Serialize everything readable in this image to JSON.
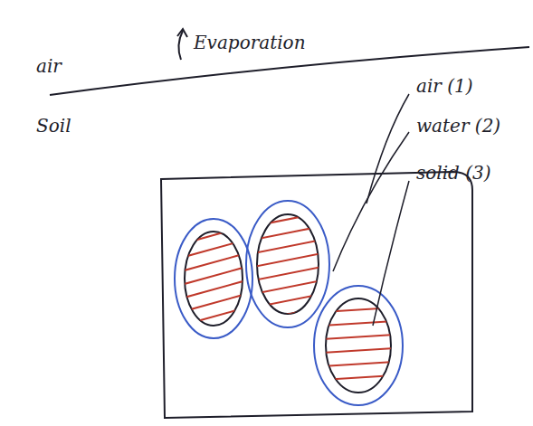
{
  "diagram": {
    "labels": [
      "air",
      "Evaporation",
      "Soil",
      "air (1)",
      "water (2)",
      "solid (3)"
    ]
  }
}
